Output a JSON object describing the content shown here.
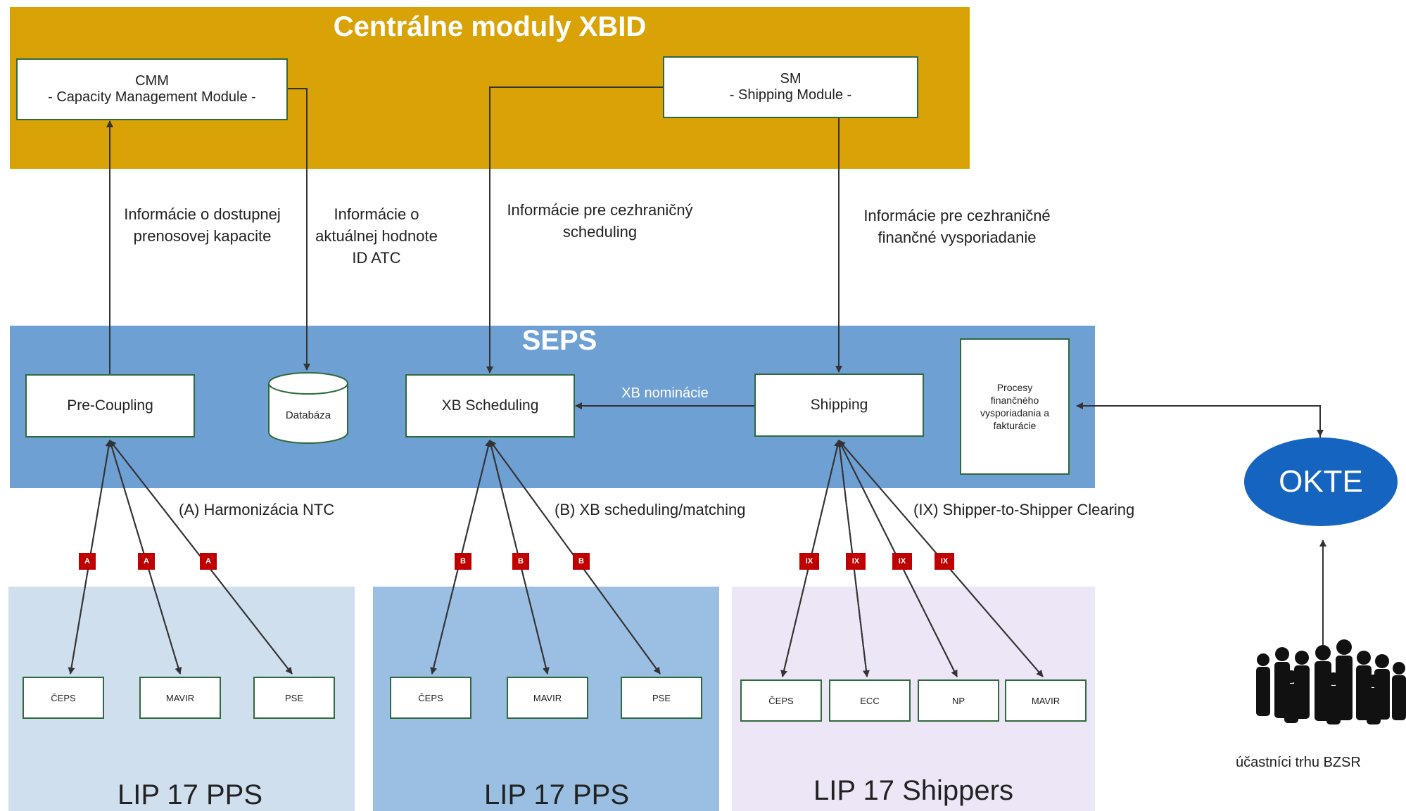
{
  "colors": {
    "xbid_band": "#d9a206",
    "seps_band": "#6fa0d4",
    "region_pps1": "#cfdfee",
    "region_pps2": "#9bbfe2",
    "region_shippers": "#ede6f6",
    "box_border": "#2e6b3c",
    "okte": "#1565c0",
    "tag": "#c00000"
  },
  "xbid": {
    "title": "Centrálne moduly XBID",
    "cmm": {
      "line1": "CMM",
      "line2": "- Capacity Management Module -"
    },
    "sm": {
      "line1": "SM",
      "line2": "- Shipping Module -"
    }
  },
  "flow_labels": {
    "capacity_info": [
      "Informácie o dostupnej",
      "prenosovej kapacite"
    ],
    "atc_info": [
      "Informácie o",
      "aktuálnej hodnote",
      "ID ATC"
    ],
    "scheduling_info": [
      "Informácie pre cezhraničný",
      "scheduling"
    ],
    "settlement_info": [
      "Informácie pre cezhraničné",
      "finančné vysporiadanie"
    ],
    "xb_nominations": "XB nominácie",
    "harmonization": "(A) Harmonizácia NTC",
    "scheduling_matching": "(B) XB scheduling/matching",
    "clearing": "(IX)  Shipper-to-Shipper Clearing"
  },
  "seps": {
    "title": "SEPS",
    "pre_coupling": "Pre-Coupling",
    "database": "Databáza",
    "xb_scheduling": "XB Scheduling",
    "shipping": "Shipping",
    "settlement": [
      "Procesy",
      "finančného",
      "vysporiadania a",
      "fakturácie"
    ]
  },
  "okte": {
    "label": "OKTE"
  },
  "market_participants": {
    "label": "účastníci trhu BZSR"
  },
  "tags": {
    "a": "A",
    "b": "B",
    "ix": "IX"
  },
  "regions": [
    {
      "title": "LIP 17 PPS",
      "boxes": [
        "ČEPS",
        "MAVIR",
        "PSE"
      ]
    },
    {
      "title": "LIP 17 PPS",
      "boxes": [
        "ČEPS",
        "MAVIR",
        "PSE"
      ]
    },
    {
      "title": "LIP 17 Shippers",
      "boxes": [
        "ČEPS",
        "ECC",
        "NP",
        "MAVIR"
      ]
    }
  ]
}
